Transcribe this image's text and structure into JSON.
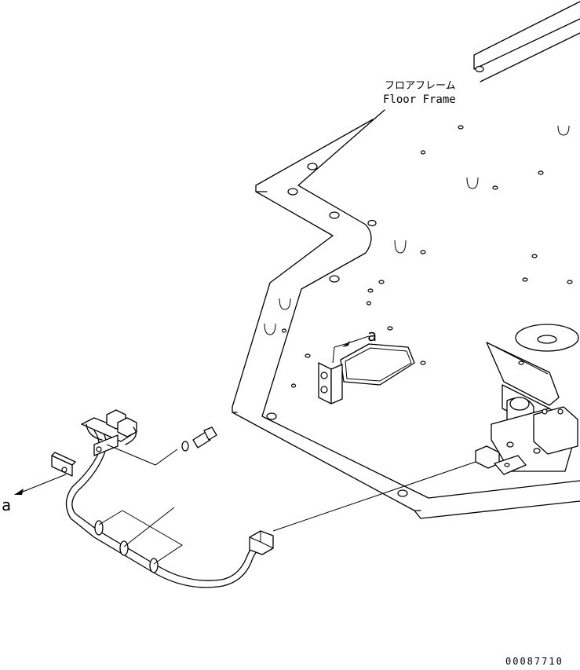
{
  "labels": {
    "floor_frame_jp": "フロアフレーム",
    "floor_frame_en": "Floor Frame",
    "ref_a_top": "a",
    "ref_a_left": "a",
    "drawing_number": "00087710"
  }
}
